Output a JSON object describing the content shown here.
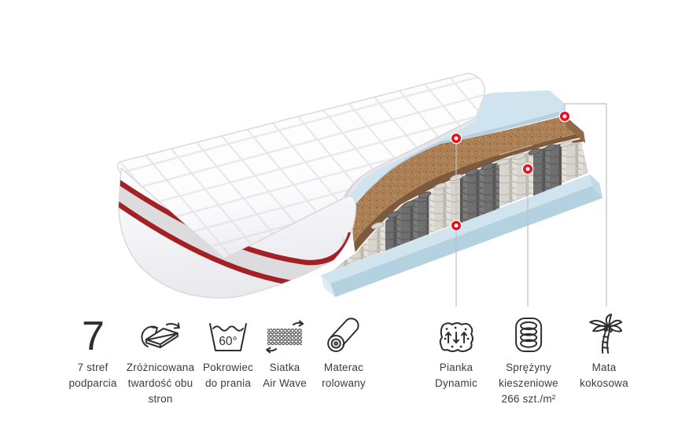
{
  "illustration": {
    "description": "Cutaway 3D mattress showing cover, foam, coconut mat, pocket springs and foam base",
    "marker_color": "#e8111e",
    "leader_line_color": "#c0c0c0",
    "markers": [
      {
        "id": "marker-top-foam",
        "layer": "Pianka Dynamic"
      },
      {
        "id": "marker-coconut",
        "layer": "Mata kokosowa"
      },
      {
        "id": "marker-springs",
        "layer": "Sprężyny kieszeniowe"
      },
      {
        "id": "marker-base-foam",
        "layer": "Pianka Dynamic"
      }
    ]
  },
  "features": [
    {
      "icon": "seven-zones-icon",
      "icon_text": "7",
      "lines": [
        "7 stref",
        "podparcia"
      ]
    },
    {
      "icon": "two-sided-icon",
      "lines": [
        "Zróżnicowana",
        "twardość obu",
        "stron"
      ]
    },
    {
      "icon": "washable-60-icon",
      "icon_text": "60°",
      "lines": [
        "Pokrowiec",
        "do prania"
      ]
    },
    {
      "icon": "air-wave-mesh-icon",
      "lines": [
        "Siatka",
        "Air Wave"
      ]
    },
    {
      "icon": "rolled-mattress-icon",
      "lines": [
        "Materac",
        "rolowany"
      ]
    },
    {
      "icon": "dynamic-foam-icon",
      "lines": [
        "Pianka",
        "Dynamic"
      ]
    },
    {
      "icon": "pocket-springs-icon",
      "lines": [
        "Sprężyny",
        "kieszeniowe",
        "266 szt./m²"
      ]
    },
    {
      "icon": "coconut-mat-icon",
      "lines": [
        "Mata",
        "kokosowa"
      ]
    }
  ],
  "colors": {
    "accent_red_stripe": "#a32125",
    "marker_red": "#e8111e",
    "foam_blue": "#cfe4ef",
    "coconut_brown": "#ad8156",
    "spring_light": "#d8d5cf",
    "spring_dark": "#6f6f6f",
    "text": "#3c3c3c"
  }
}
